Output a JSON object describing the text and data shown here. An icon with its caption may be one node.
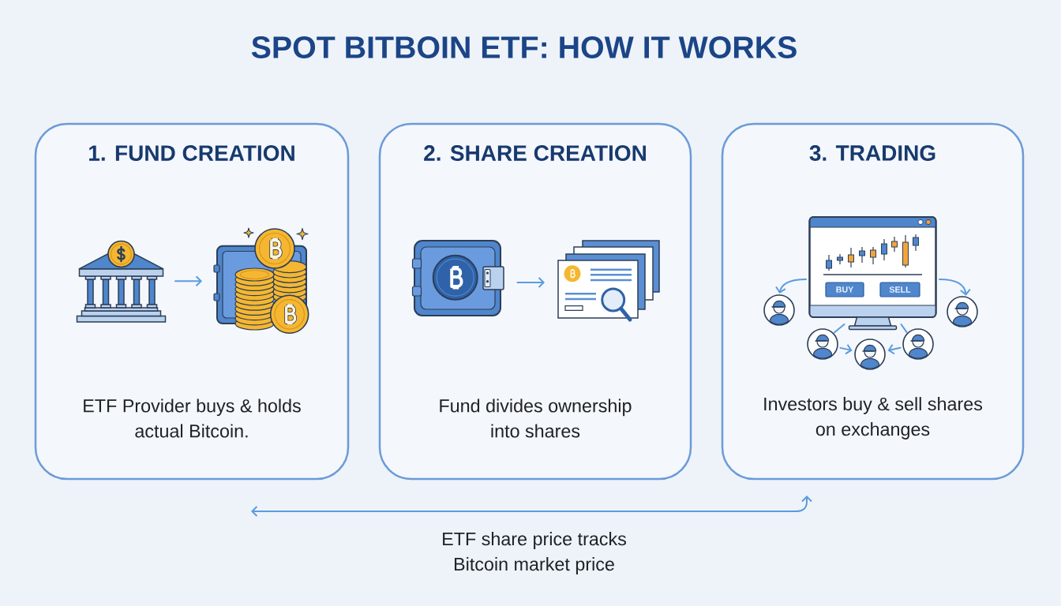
{
  "diagram": {
    "title": "SPOT BITBOIN ETF: HOW IT WORKS",
    "nodes": [
      {
        "text": [
          "1. FUND CREATION",
          "ETF Provider buys & holds actual Bitcoin."
        ]
      },
      {
        "text": [],
        "shape": "picture",
        "in": 0
      },
      {
        "text": [],
        "shape": "picture",
        "in": 0
      },
      {
        "text": [
          "2. SHARE CREATION",
          "Fund divides ownership into shares"
        ]
      },
      {
        "text": [],
        "shape": "picture",
        "in": 3
      },
      {
        "text": [],
        "shape": "picture",
        "in": 3
      },
      {
        "text": [
          "3. TRADING",
          "Investors buy & sell shares on exchanges"
        ]
      },
      {
        "text": [],
        "shape": "picture",
        "in": 6
      },
      {
        "text": [
          "BUY"
        ],
        "in": 7
      },
      {
        "text": [
          "SELL"
        ],
        "in": 7
      },
      {
        "text": [],
        "shape": "person",
        "in": 6
      },
      {
        "text": [],
        "shape": "person",
        "in": 6
      },
      {
        "text": [],
        "shape": "person",
        "in": 6
      },
      {
        "text": [],
        "shape": "person",
        "in": 6
      },
      {
        "text": [],
        "shape": "person",
        "in": 6
      }
    ],
    "edges": [
      {
        "from": 1,
        "to": 2,
        "arrow": "to"
      },
      {
        "from": 4,
        "to": 5,
        "arrow": "to"
      },
      {
        "from": 7,
        "to": 10,
        "arrow": "to"
      },
      {
        "from": 7,
        "to": 11,
        "arrow": "to"
      },
      {
        "from": 7,
        "to": 12,
        "arrow": "none"
      },
      {
        "from": 7,
        "to": 14,
        "arrow": "none"
      },
      {
        "from": 12,
        "to": 13,
        "arrow": "to"
      },
      {
        "from": 14,
        "to": 13,
        "arrow": "to"
      },
      {
        "from": null,
        "to": 6,
        "arrow": "both",
        "label": "ETF share price tracks Bitcoin market price"
      }
    ]
  }
}
